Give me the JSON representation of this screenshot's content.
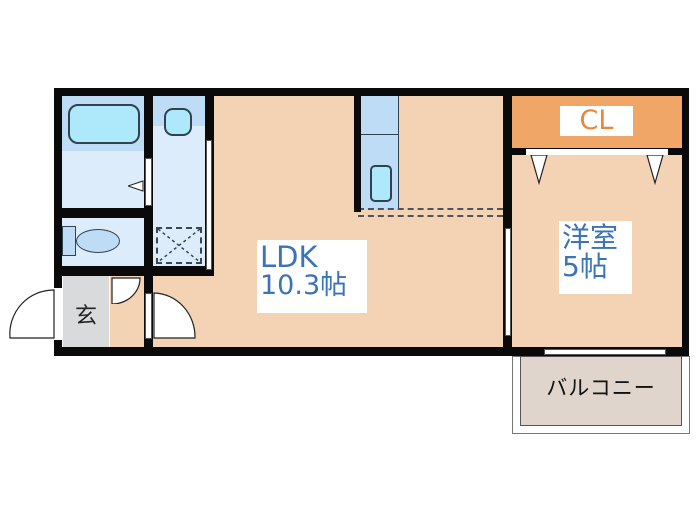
{
  "floorplan": {
    "rooms": {
      "ldk": {
        "name": "LDK",
        "size": "10.3帖"
      },
      "western_room": {
        "name": "洋室",
        "size": "5帖"
      },
      "closet": {
        "label": "CL"
      },
      "entrance": {
        "label": "玄"
      },
      "balcony": {
        "label": "バルコニー"
      },
      "bathroom": {
        "label": ""
      },
      "washroom": {
        "label": ""
      },
      "toilet": {
        "label": ""
      },
      "kitchen": {
        "label": ""
      }
    },
    "colors": {
      "wall": "#0a0a0a",
      "ldk_floor": "#f3d3b4",
      "wet_area": "#dcecfb",
      "closet": "#f0a666",
      "entrance": "#d9dadc",
      "balcony": "#e0d5cc",
      "label_text": "#3a73b8"
    }
  }
}
